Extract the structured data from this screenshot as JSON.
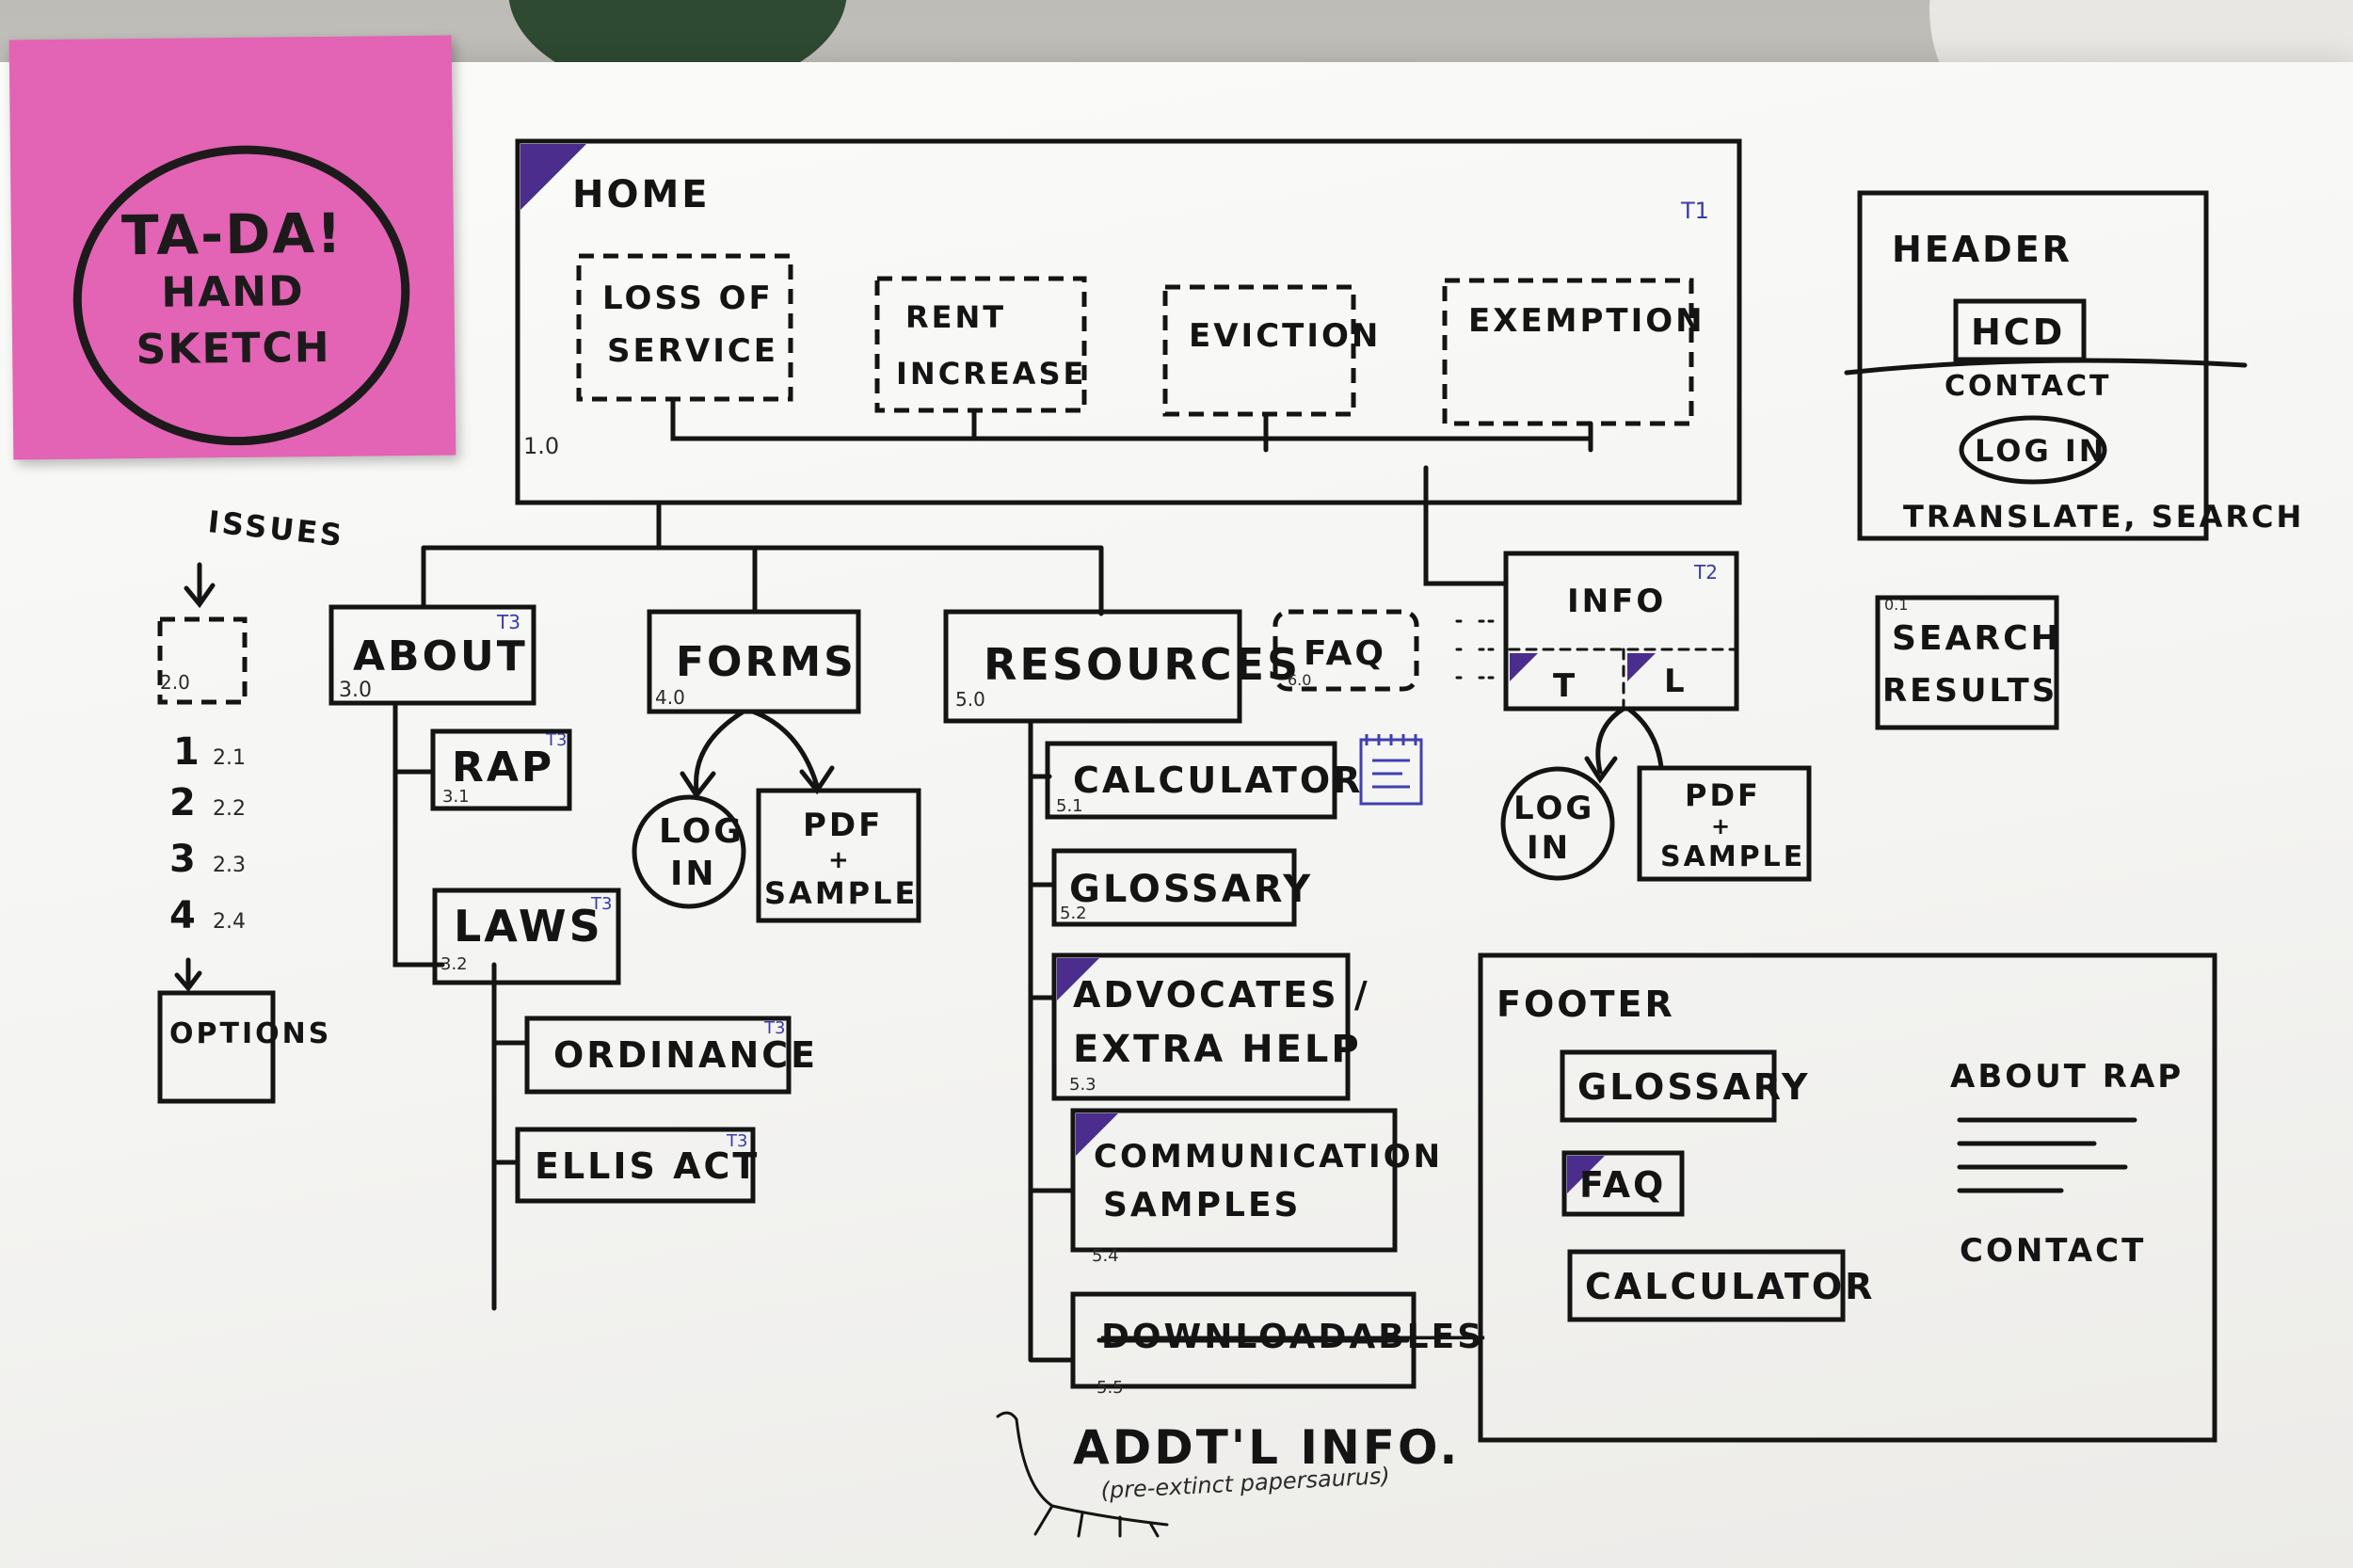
{
  "sticky": {
    "line1": "TA-DA!",
    "line2": "HAND",
    "line3": "SKETCH"
  },
  "home": {
    "title": "HOME",
    "tier": "T1",
    "number": "1.0",
    "items": [
      [
        "LOSS OF",
        "SERVICE"
      ],
      [
        "RENT",
        "INCREASE"
      ],
      [
        "EVICTION"
      ],
      [
        "EXEMPTION"
      ]
    ]
  },
  "header_panel": {
    "title": "HEADER",
    "hcd": "HCD",
    "contact": "CONTACT",
    "login": "LOG IN",
    "translate": "TRANSLATE, SEARCH"
  },
  "issues": {
    "label": "ISSUES",
    "box_number": "2.0",
    "rows": [
      {
        "n": "1",
        "code": "2.1"
      },
      {
        "n": "2",
        "code": "2.2"
      },
      {
        "n": "3",
        "code": "2.3"
      },
      {
        "n": "4",
        "code": "2.4"
      }
    ],
    "options": "OPTIONS"
  },
  "about": {
    "title": "ABOUT",
    "number": "3.0",
    "tier": "T3"
  },
  "rap": {
    "title": "RAP",
    "number": "3.1",
    "tier": "T3"
  },
  "laws": {
    "title": "LAWS",
    "number": "3.2",
    "tier": "T3"
  },
  "ordinance": {
    "title": "ORDINANCE",
    "tier": "T3"
  },
  "ellis": {
    "title": "ELLIS ACT",
    "tier": "T3"
  },
  "forms": {
    "title": "FORMS",
    "number": "4.0",
    "login": [
      "LOG",
      "IN"
    ],
    "pdf": [
      "PDF",
      "+",
      "SAMPLE"
    ]
  },
  "resources": {
    "title": "RESOURCES",
    "number": "5.0",
    "children": [
      {
        "lines": [
          "CALCULATOR"
        ],
        "number": "5.1"
      },
      {
        "lines": [
          "GLOSSARY"
        ],
        "number": "5.2"
      },
      {
        "lines": [
          "ADVOCATES /",
          "EXTRA HELP"
        ],
        "number": "5.3"
      },
      {
        "lines": [
          "COMMUNICATION",
          "SAMPLES"
        ],
        "number": "5.4"
      },
      {
        "lines": [
          "DOWNLOADABLES"
        ],
        "number": "5.5"
      }
    ]
  },
  "faq": {
    "title": "FAQ",
    "number": "6.0"
  },
  "info": {
    "title": "INFO",
    "tier": "T2",
    "t": "T",
    "l": "L",
    "login": [
      "LOG",
      "IN"
    ],
    "pdf": [
      "PDF",
      "+",
      "SAMPLE"
    ]
  },
  "search_results": {
    "number": "0.1",
    "line1": "SEARCH",
    "line2": "RESULTS"
  },
  "footer_panel": {
    "title": "FOOTER",
    "glossary": "GLOSSARY",
    "faq": "FAQ",
    "calculator": "CALCULATOR",
    "about_rap": "ABOUT RAP",
    "contact": "CONTACT"
  },
  "addtl": {
    "title": "ADDT'L INFO.",
    "note": "(pre-extinct papersaurus)"
  }
}
